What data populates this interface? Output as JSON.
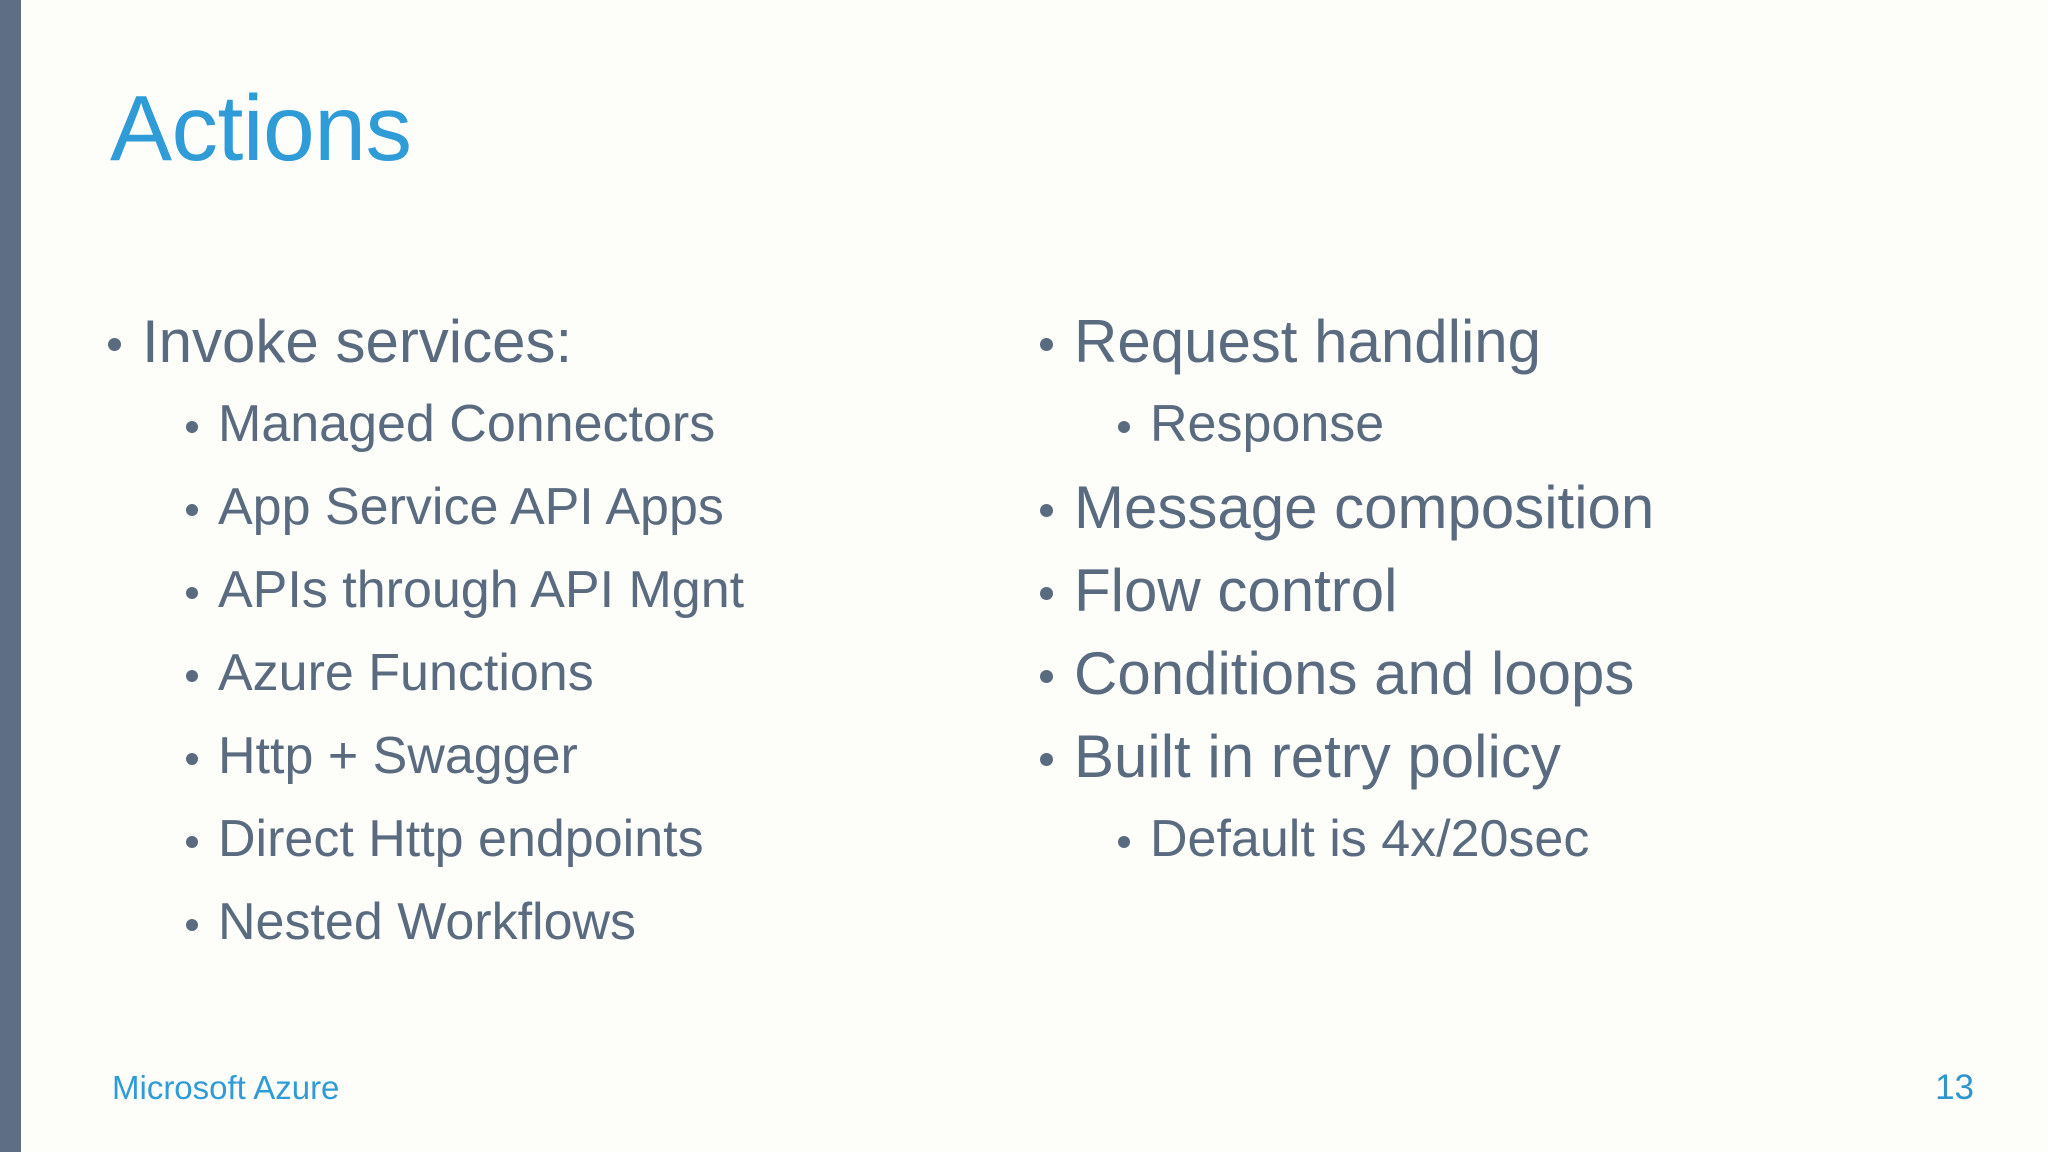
{
  "slide": {
    "title": "Actions",
    "page_number": "13",
    "brand": "Microsoft Azure",
    "colors": {
      "background": "#fdfefa",
      "accent_bar": "#5d6e85",
      "title_blue": "#2f9bd7",
      "body_slate": "#5a6b80",
      "page_number_blue": "#2f95cf"
    }
  },
  "columns": {
    "left": [
      {
        "level": 1,
        "text": "Invoke services:"
      },
      {
        "level": 2,
        "text": "Managed Connectors"
      },
      {
        "level": 2,
        "text": "App Service API Apps"
      },
      {
        "level": 2,
        "text": "APIs through API Mgnt"
      },
      {
        "level": 2,
        "text": "Azure Functions"
      },
      {
        "level": 2,
        "text": "Http + Swagger"
      },
      {
        "level": 2,
        "text": "Direct Http endpoints"
      },
      {
        "level": 2,
        "text": "Nested Workflows"
      }
    ],
    "right": [
      {
        "level": 1,
        "text": "Request handling"
      },
      {
        "level": 2,
        "text": "Response"
      },
      {
        "level": 1,
        "text": "Message composition"
      },
      {
        "level": 1,
        "text": "Flow control"
      },
      {
        "level": 1,
        "text": "Conditions and loops"
      },
      {
        "level": 1,
        "text": "Built in retry policy"
      },
      {
        "level": 2,
        "text": "Default is 4x/20sec"
      }
    ]
  }
}
